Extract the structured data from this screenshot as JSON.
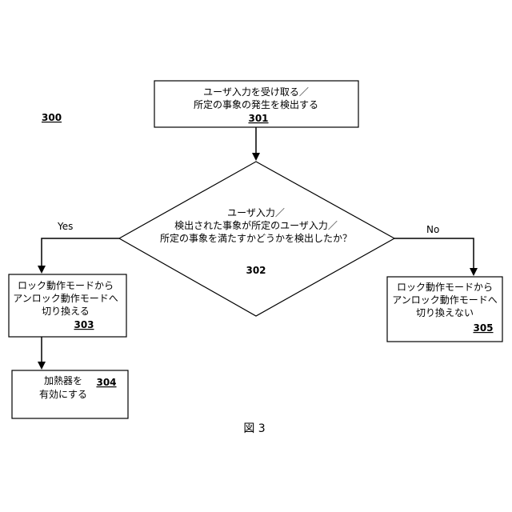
{
  "diagram": {
    "label": "300",
    "figure_caption": "図 3",
    "steps": [
      {
        "id": "301",
        "lines": [
          "ユーザ入力を受け取る／",
          "所定の事象の発生を検出する"
        ]
      },
      {
        "id": "302",
        "lines": [
          "ユーザ入力／",
          "検出された事象が所定のユーザ入力／",
          "所定の事象を満たすかどうかを検出したか？"
        ]
      },
      {
        "id": "303",
        "lines": [
          "ロック動作モードから",
          "アンロック動作モードへ",
          "切り換える"
        ]
      },
      {
        "id": "304",
        "lines": [
          "加熱器を",
          "有効にする"
        ]
      },
      {
        "id": "305",
        "lines": [
          "ロック動作モードから",
          "アンロック動作モードへ",
          "切り換えない"
        ]
      }
    ],
    "branches": {
      "yes": "Yes",
      "no": "No"
    }
  }
}
